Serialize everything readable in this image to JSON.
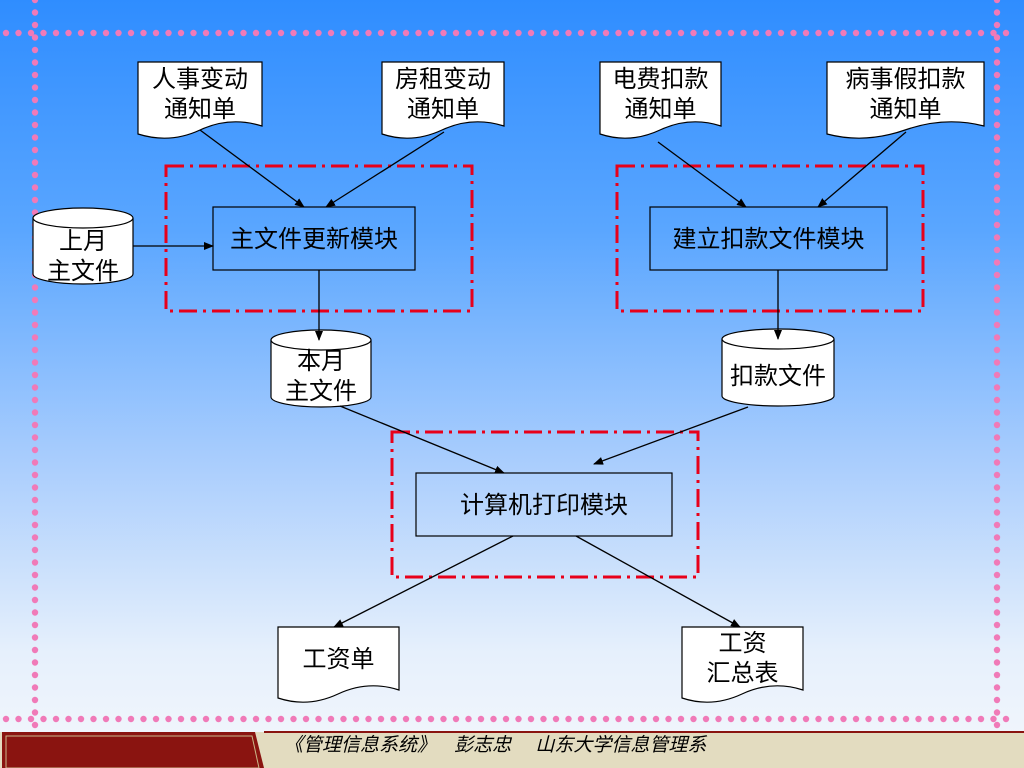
{
  "diagram": {
    "inputs": {
      "personnel_notice": [
        "人事变动",
        "通知单"
      ],
      "rent_notice": [
        "房租变动",
        "通知单"
      ],
      "electricity_notice": [
        "电费扣款",
        "通知单"
      ],
      "leave_notice": [
        "病事假扣款",
        "通知单"
      ]
    },
    "last_month_file": [
      "上月",
      "主文件"
    ],
    "master_update_module": "主文件更新模块",
    "deduction_module": "建立扣款文件模块",
    "this_month_file": [
      "本月",
      "主文件"
    ],
    "deduction_file": "扣款文件",
    "print_module": "计算机打印模块",
    "payslip": "工资单",
    "salary_summary": [
      "工资",
      "汇总表"
    ]
  },
  "footer": {
    "book": "《管理信息系统》",
    "author": "彭志忠",
    "dept": "山东大学信息管理系"
  },
  "colors": {
    "accent_dots": "#f07ab8",
    "dashed_frame": "#e8001a",
    "footer_bar": "#e3dcc0"
  }
}
